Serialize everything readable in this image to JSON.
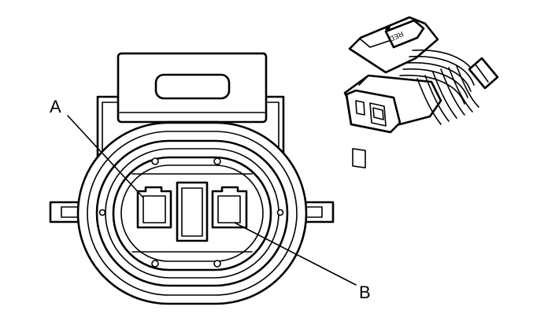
{
  "diagram": {
    "callouts": [
      {
        "id": "A",
        "text": "A"
      },
      {
        "id": "B",
        "text": "B"
      }
    ],
    "mini_connector_stamp": "RED",
    "colors": {
      "line": "#000000",
      "background": "#ffffff"
    }
  }
}
